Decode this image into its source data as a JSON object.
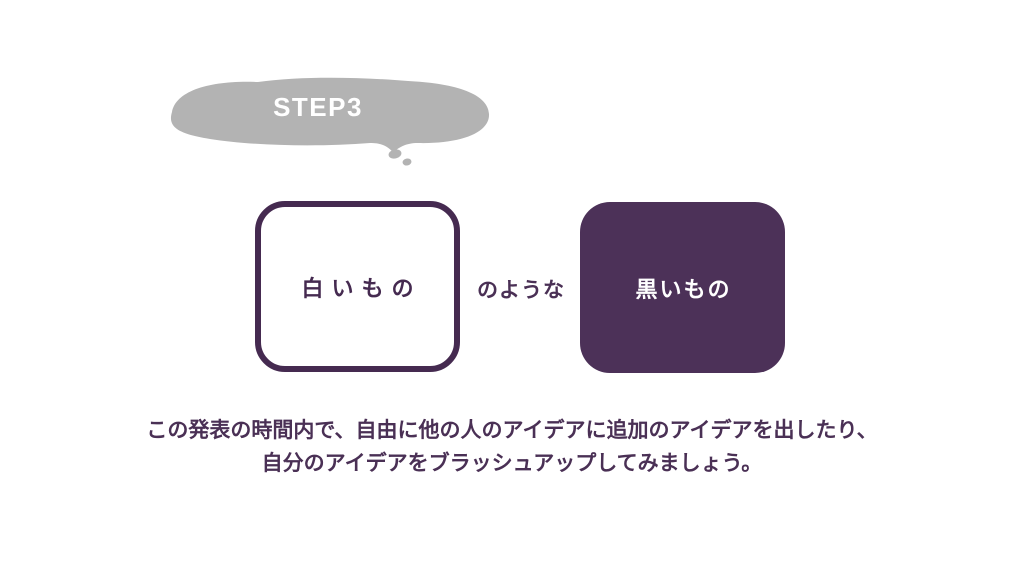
{
  "slide": {
    "step_bubble": {
      "label": "STEP3"
    },
    "comparison": {
      "white_box_label": "白いもの",
      "connector": "のような",
      "black_box_label": "黒いもの"
    },
    "description": {
      "line1": "この発表の時間内で、自由に他の人のアイデアに追加のアイデアを出したり、",
      "line2": "自分のアイデアをブラッシュアップしてみましょう。"
    },
    "colors": {
      "purple": "#4c3158",
      "purple_dark": "#452a50",
      "purple_text": "#4a3055",
      "gray": "#b3b3b3",
      "white": "#ffffff"
    }
  }
}
